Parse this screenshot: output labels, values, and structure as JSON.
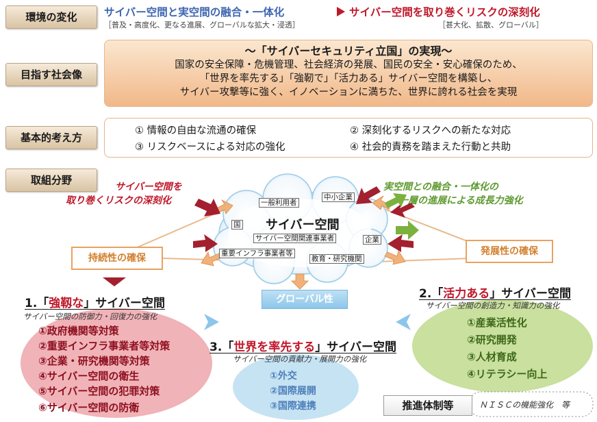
{
  "rows": {
    "env": "環境の変化",
    "goal": "目指す社会像",
    "basic": "基本的考え方",
    "areas": "取組分野"
  },
  "environment": {
    "left_title": "サイバー空間と実空間の融合・一体化",
    "left_sub": "［普及・高度化、更なる進展、グローバルな拡大・浸透］",
    "right_title": "サイバー空間を取り巻くリスクの深刻化",
    "right_sub": "［甚大化、拡散、グローバル］"
  },
  "goal": {
    "title": "～「サイバーセキュリティ立国」の実現～",
    "line1": "国家の安全保障・危機管理、社会経済の発展、国民の安全・安心確保のため、",
    "line2": "「世界を率先する」「強靭で」「活力ある」サイバー空間を構築し、",
    "line3": "サイバー攻撃等に強く、イノベーションに満ちた、世界に誇れる社会を実現"
  },
  "basic": {
    "p1": "① 情報の自由な流通の確保",
    "p2": "② 深刻化するリスクへの新たな対応",
    "p3": "③ リスクベースによる対応の強化",
    "p4": "④ 社会的責務を踏まえた行動と共助"
  },
  "areas": {
    "risk_line1": "サイバー空間を",
    "risk_line2": "取り巻くリスクの深刻化",
    "growth_line1": "実空間との融合・一体化の",
    "growth_line2": "一層の進展による成長力強化",
    "sustain": "持続性の確保",
    "develop": "発展性の確保",
    "global": "グローバル性",
    "cloud_title": "サイバー空間",
    "actors": {
      "general": "一般利用者",
      "sme": "中小企業",
      "nation": "国",
      "related": "サイバー空間関連事業者",
      "company": "企業",
      "infra": "重要インフラ事業者等",
      "edu": "教育・研究機関"
    }
  },
  "section1": {
    "prefix": "1.「",
    "keyword": "強靱な",
    "suffix": "」サイバー空間",
    "sub": "サイバー空間の防御力・回復力の強化",
    "items": [
      "①政府機関等対策",
      "②重要インフラ事業者等対策",
      "③企業・研究機関等対策",
      "④サイバー空間の衛生",
      "⑤サイバー空間の犯罪対策",
      "⑥サイバー空間の防衛"
    ]
  },
  "section2": {
    "prefix": "2.「",
    "keyword": "活力ある",
    "suffix": "」サイバー空間",
    "sub": "サイバー空間の創造力・知識力の強化",
    "items": [
      "①産業活性化",
      "②研究開発",
      "③人材育成",
      "④リテラシー向上"
    ]
  },
  "section3": {
    "prefix": "3.「",
    "keyword": "世界を率先する",
    "suffix": "」サイバー空間",
    "sub": "サイバー空間の貢献力・展開力の強化",
    "items": [
      "①外交",
      "②国際展開",
      "③国際連携"
    ]
  },
  "promotion": {
    "label": "推進体制等",
    "text": "ＮＩＳＣの機能強化　等"
  },
  "colors": {
    "accent_red": "#c0182a",
    "accent_blue": "#3f66b0",
    "accent_green": "#5e9a30",
    "accent_orange": "#d2802e"
  }
}
